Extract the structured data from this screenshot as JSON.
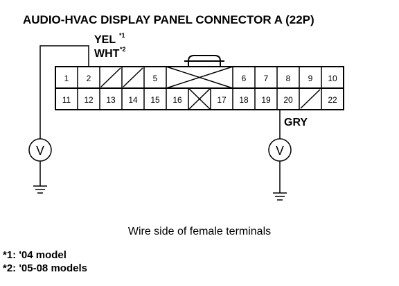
{
  "title": "AUDIO-HVAC DISPLAY PANEL CONNECTOR A (22P)",
  "wire_labels": {
    "pin2_line1": "YEL",
    "pin2_line1_mark": "*1",
    "pin2_line2": "WHT",
    "pin2_line2_mark": "*2",
    "pin20": "GRY"
  },
  "connector": {
    "top_row": [
      "1",
      "2",
      "",
      "",
      "5",
      "",
      "6",
      "7",
      "8",
      "9",
      "10"
    ],
    "bottom_row": [
      "11",
      "12",
      "13",
      "14",
      "15",
      "16",
      "",
      "17",
      "18",
      "19",
      "20",
      "",
      "22"
    ]
  },
  "meter_symbol": "V",
  "caption": "Wire side of female terminals",
  "footnotes": [
    "*1: '04 model",
    "*2: '05-08 models"
  ]
}
